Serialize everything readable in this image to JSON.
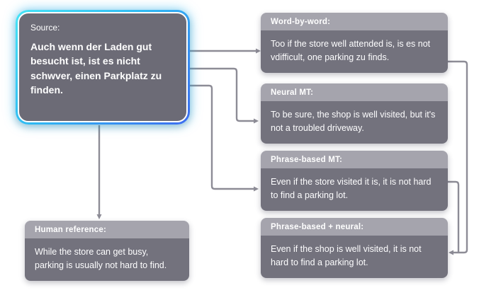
{
  "source": {
    "label": "Source:",
    "text": "Auch wenn der Laden gut besucht ist, ist es nicht schwver, einen Parkplatz zu finden."
  },
  "human_reference": {
    "label": "Human reference:",
    "text": "While the store can get busy, parking is usually not hard to find."
  },
  "translations": [
    {
      "label": "Word-by-word:",
      "text": "Too if the store well attended is, is es not vdifficult, one parking zu finds."
    },
    {
      "label": "Neural MT:",
      "text": "To be sure, the shop is well visited, but it's not a troubled driveway."
    },
    {
      "label": "Phrase-based MT:",
      "text": "Even if the store visited it is, it is not hard to find a parking lot."
    },
    {
      "label": "Phrase-based + neural:",
      "text": "Even if the shop is well visited, it is not hard to find a parking lot."
    }
  ],
  "colors": {
    "node_body": "#73727d",
    "node_header": "#a5a4ad",
    "source_fill": "#6c6b76",
    "highlight_gradient_start": "#46e4f6",
    "highlight_gradient_end": "#3d6cf0",
    "arrow": "#8d8c96",
    "text": "#ffffff"
  }
}
